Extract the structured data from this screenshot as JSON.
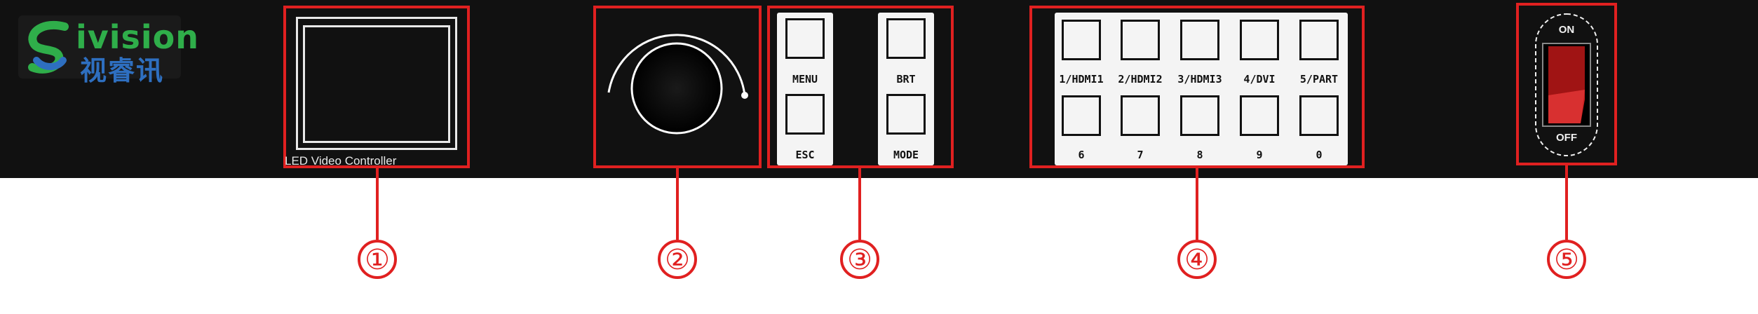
{
  "logo": {
    "brand_text": "ivision",
    "cn_text": "视睿讯"
  },
  "lcd": {
    "label": "LED Video Controller"
  },
  "function_keys": [
    "MENU",
    "BRT",
    "ESC",
    "MODE"
  ],
  "input_keys": {
    "top": [
      "1/HDMI1",
      "2/HDMI2",
      "3/HDMI3",
      "4/DVI",
      "5/PART"
    ],
    "bottom": [
      "6",
      "7",
      "8",
      "9",
      "0"
    ]
  },
  "power_switch": {
    "on": "ON",
    "off": "OFF"
  },
  "callouts": [
    "①",
    "②",
    "③",
    "④",
    "⑤"
  ],
  "colors": {
    "panel": "#111111",
    "highlight": "#e02020",
    "switch": "#c81e1e",
    "logo_green": "#2fae4a",
    "logo_blue": "#2e6fc0"
  }
}
